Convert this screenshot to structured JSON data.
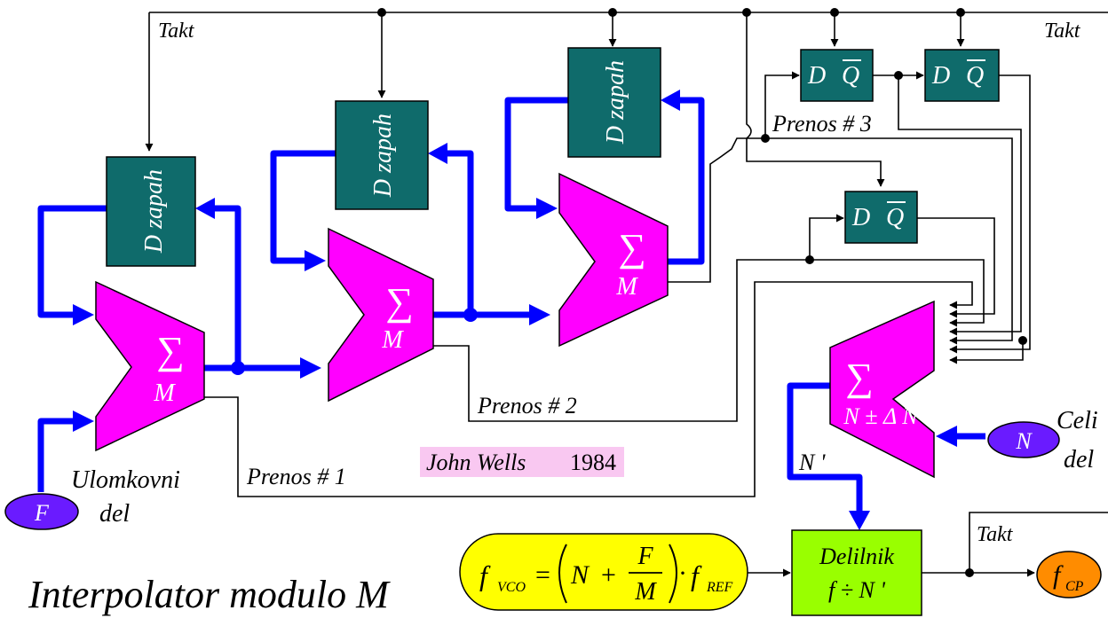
{
  "title": "Interpolator modulo M",
  "clock": {
    "label_left": "Takt",
    "label_right": "Takt",
    "label_out": "Takt"
  },
  "registers": [
    {
      "label": "D zapah"
    },
    {
      "label": "D zapah"
    },
    {
      "label": "D zapah"
    }
  ],
  "flipflops": [
    {
      "d": "D",
      "q": "Q"
    },
    {
      "d": "D",
      "q": "Q"
    },
    {
      "d": "D",
      "q": "Q"
    }
  ],
  "accumulators": [
    {
      "sigma": "∑",
      "mod": "M"
    },
    {
      "sigma": "∑",
      "mod": "M"
    },
    {
      "sigma": "∑",
      "mod": "M"
    }
  ],
  "adder": {
    "sigma": "∑",
    "label": "N ± Δ N"
  },
  "carries": [
    "Prenos # 1",
    "Prenos # 2",
    "Prenos # 3"
  ],
  "inputs": {
    "fraction": {
      "symbol": "F",
      "caption_1": "Ulomkovni",
      "caption_2": "del"
    },
    "integer": {
      "symbol": "N",
      "caption_1": "Celi",
      "caption_2": "del"
    }
  },
  "n_prime": "N '",
  "credit": {
    "name": "John Wells",
    "year": "1984"
  },
  "formula": {
    "lhs": "f",
    "lhs_sub": "VCO",
    "eq": "=",
    "n": "N",
    "plus": "+",
    "frac_num": "F",
    "frac_den": "M",
    "dot": "·",
    "rhs": "f",
    "rhs_sub": "REF"
  },
  "divider": {
    "line1": "Delilnik",
    "line2": "f ÷ N '"
  },
  "output": {
    "symbol": "f",
    "sub": "CP"
  },
  "colors": {
    "bus": "#0000ff",
    "register": "#0f6b6b",
    "accumulator": "#ff00ff",
    "input_oval": "#6a1bff",
    "formula_box": "#ffff00",
    "divider_box": "#99ff00",
    "output_oval": "#ff8c00",
    "credit_bg": "#f9c8f1"
  }
}
